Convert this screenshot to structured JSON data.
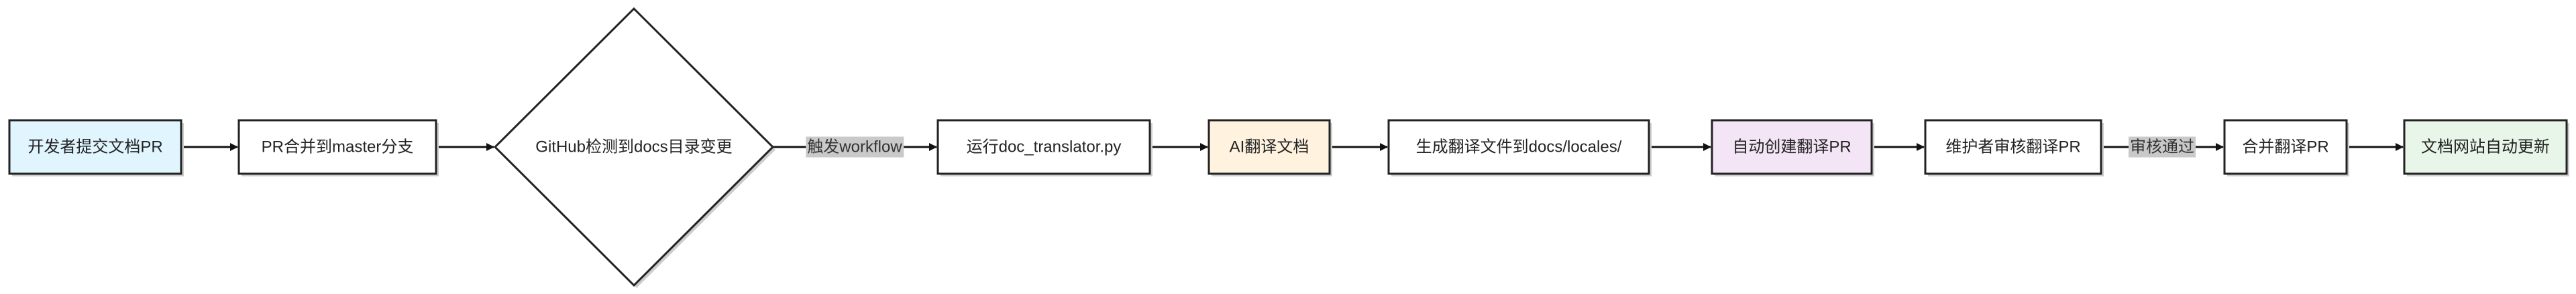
{
  "diagram": {
    "nodes": [
      {
        "id": "dev_submit_pr",
        "label": "开发者提交文档PR",
        "fill": "#e1f5fe"
      },
      {
        "id": "pr_merge_master",
        "label": "PR合并到master分支",
        "fill": "#ffffff"
      },
      {
        "id": "github_detect",
        "label": "GitHub检测到docs目录变更",
        "fill": "#ffffff",
        "shape": "diamond"
      },
      {
        "id": "run_translator",
        "label": "运行doc_translator.py",
        "fill": "#ffffff"
      },
      {
        "id": "ai_translate",
        "label": "AI翻译文档",
        "fill": "#fff3e0"
      },
      {
        "id": "gen_files",
        "label": "生成翻译文件到docs/locales/",
        "fill": "#ffffff"
      },
      {
        "id": "auto_create_pr",
        "label": "自动创建翻译PR",
        "fill": "#f3e5f5"
      },
      {
        "id": "maintainer_review",
        "label": "维护者审核翻译PR",
        "fill": "#ffffff"
      },
      {
        "id": "merge_translation",
        "label": "合并翻译PR",
        "fill": "#ffffff"
      },
      {
        "id": "site_update",
        "label": "文档网站自动更新",
        "fill": "#e8f5e9"
      }
    ],
    "edges": [
      {
        "from": "dev_submit_pr",
        "to": "pr_merge_master",
        "label": ""
      },
      {
        "from": "pr_merge_master",
        "to": "github_detect",
        "label": ""
      },
      {
        "from": "github_detect",
        "to": "run_translator",
        "label": "触发workflow"
      },
      {
        "from": "run_translator",
        "to": "ai_translate",
        "label": ""
      },
      {
        "from": "ai_translate",
        "to": "gen_files",
        "label": ""
      },
      {
        "from": "gen_files",
        "to": "auto_create_pr",
        "label": ""
      },
      {
        "from": "auto_create_pr",
        "to": "maintainer_review",
        "label": ""
      },
      {
        "from": "maintainer_review",
        "to": "merge_translation",
        "label": "审核通过"
      },
      {
        "from": "merge_translation",
        "to": "site_update",
        "label": ""
      }
    ],
    "colors": {
      "stroke": "#222222",
      "edge_label_bg": "#c9c9c9",
      "shadow": "#cccccc"
    }
  }
}
